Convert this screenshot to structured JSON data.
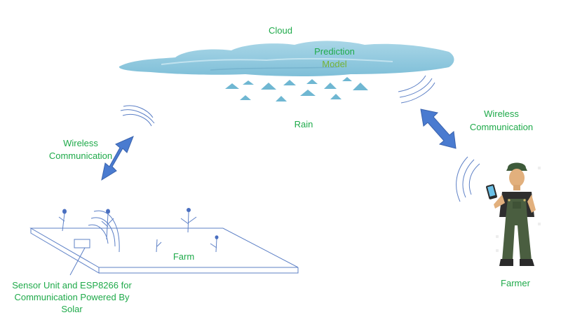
{
  "labels": {
    "cloud": "Cloud",
    "prediction": "Prediction",
    "model": "Model",
    "rain": "Rain",
    "wireless_left_1": "Wireless",
    "wireless_left_2": "Communication",
    "wireless_right_1": "Wireless",
    "wireless_right_2": "Communication",
    "farm": "Farm",
    "sensor_1": "Sensor Unit and ESP8266 for",
    "sensor_2": "Communication Powered By",
    "sensor_3": "Solar",
    "farmer": "Farmer"
  },
  "colors": {
    "label_text": "#1faa4a",
    "model_text": "#74b236",
    "cloud": "#8cc6dc",
    "cloud_light": "#bfe0ec",
    "rain": "#6fb7d2",
    "arrow": "#4a7bd0",
    "line": "#5d80c6",
    "farmer_overalls": "#4a5e40",
    "farmer_shirt": "#2e2e2e",
    "farmer_skin": "#e2b07d"
  },
  "icons": [
    "cloud-icon",
    "rain-drop-icon",
    "double-arrow-icon",
    "wifi-signal-icon",
    "farm-plot-icon",
    "plant-icon",
    "sensor-box-icon",
    "farmer-icon",
    "smartphone-icon"
  ]
}
